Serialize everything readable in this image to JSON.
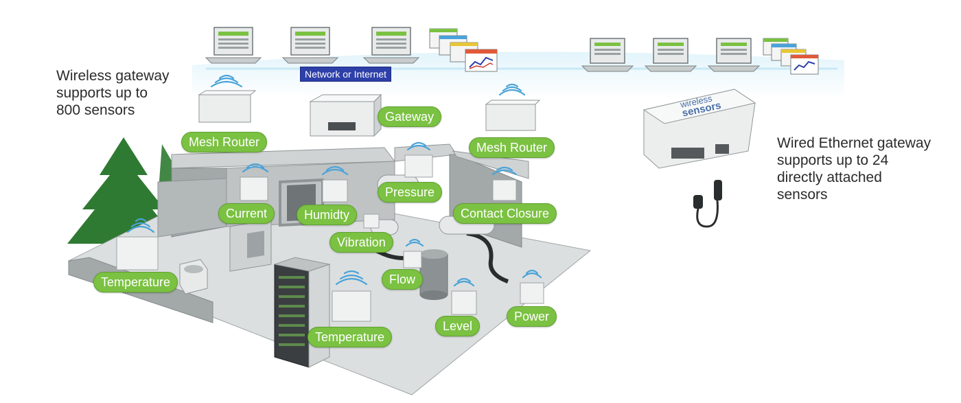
{
  "captions": {
    "wireless_gateway": [
      "Wireless gateway",
      "supports up to",
      "800 sensors"
    ],
    "wired_gateway": [
      "Wired Ethernet gateway",
      "supports up to 24",
      "directly attached",
      "sensors"
    ]
  },
  "network_label": "Network or Internet",
  "device_brand": [
    "wireless",
    "sensors"
  ],
  "labels": {
    "gateway": "Gateway",
    "mesh_router_left": "Mesh Router",
    "mesh_router_right": "Mesh Router",
    "current": "Current",
    "humidity": "Humidty",
    "pressure": "Pressure",
    "contact_closure": "Contact Closure",
    "vibration": "Vibration",
    "flow": "Flow",
    "temperature_left": "Temperature",
    "temperature_center": "Temperature",
    "level": "Level",
    "power": "Power"
  },
  "colors": {
    "label_green": "#7bc142",
    "network_blue": "#2d3fa8",
    "wave_blue": "#4aa3d8",
    "tree_green": "#2f7a32"
  }
}
